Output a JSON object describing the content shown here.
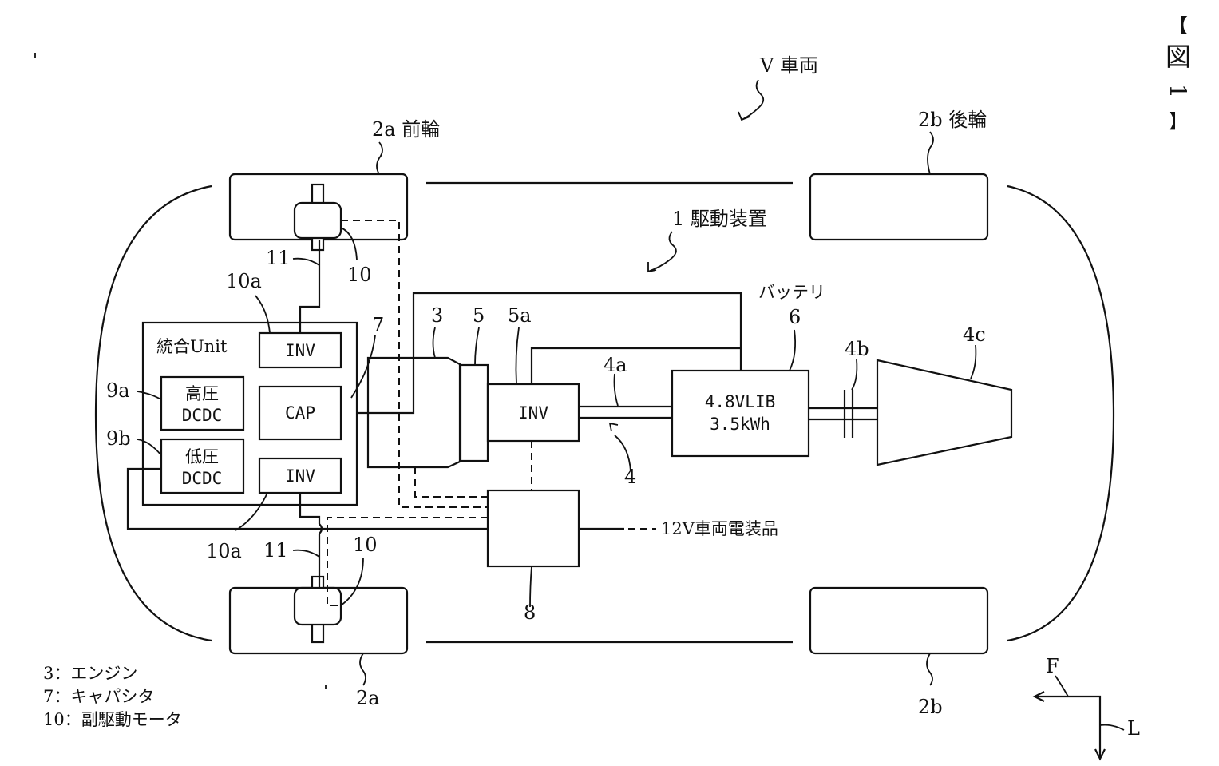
{
  "figure_label": {
    "left_bracket": "【",
    "char": "図",
    "number": "1",
    "right_bracket": "】"
  },
  "vehicle_label": "V 車両",
  "drive_device_label": "1 駆動装置",
  "front_wheel_label": "2a 前輪",
  "rear_wheel_label": "2b 後輪",
  "front_wheel_bottom_label": "2a",
  "rear_wheel_bottom_label": "2b",
  "unit_title": "統合Unit",
  "inv_top_label": "INV",
  "inv_bottom_label": "INV",
  "cap_label": "CAP",
  "hv_dcdc": [
    "高圧",
    "DCDC"
  ],
  "lv_dcdc": [
    "低圧",
    "DCDC"
  ],
  "inverter_label": "INV",
  "battery_kana": "バッテリ",
  "battery_lines": [
    "4.8VLIB",
    "3.5kWh"
  ],
  "electrical_label": "12V車両電装品",
  "callouts": {
    "engine": "3",
    "part5": "5",
    "part5a": "5a",
    "battery": "6",
    "cap": "7",
    "part8": "8",
    "part9a": "9a",
    "part9b": "9b",
    "motor_top": "10",
    "motor_bottom": "10",
    "inv10a_top": "10a",
    "inv10a_bottom": "10a",
    "cable_top": "11",
    "cable_bottom": "11",
    "shaft4": "4",
    "shaft4a": "4a",
    "shaft4b": "4b",
    "diff4c": "4c"
  },
  "legend": [
    "3：エンジン",
    "7：キャパシタ",
    "10：副駆動モータ"
  ],
  "direction": {
    "forward": "F",
    "left": "L"
  }
}
